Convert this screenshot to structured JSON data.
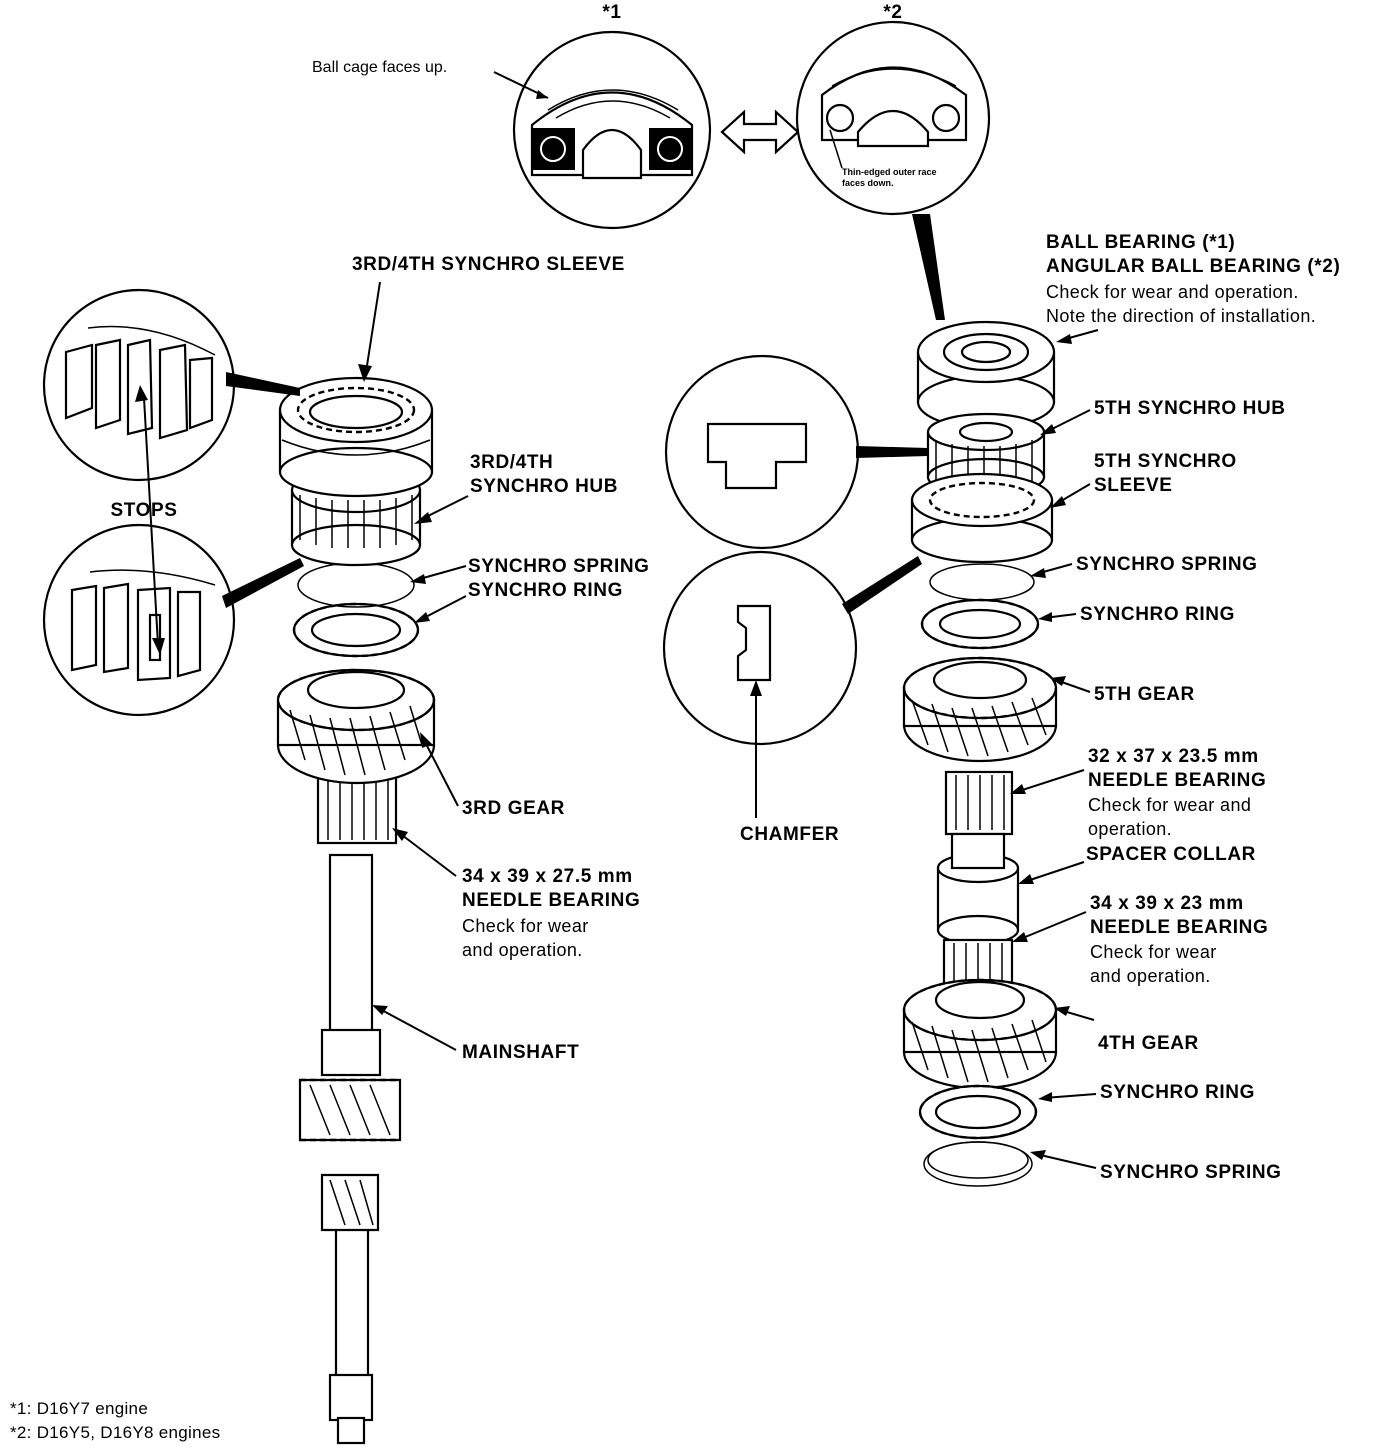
{
  "detail_1": {
    "marker": "*1",
    "callout": "Ball cage faces up."
  },
  "detail_2": {
    "marker": "*2",
    "callout_line1": "Thin-edged outer race",
    "callout_line2": "faces down."
  },
  "left_assembly": {
    "sleeve_label": "3RD/4TH SYNCHRO SLEEVE",
    "stops_label": "STOPS",
    "hub_line1": "3RD/4TH",
    "hub_line2": "SYNCHRO HUB",
    "spring_label": "SYNCHRO SPRING",
    "ring_label": "SYNCHRO RING",
    "gear_label": "3RD GEAR",
    "bearing_size": "34 x 39 x 27.5 mm",
    "bearing_name": "NEEDLE BEARING",
    "bearing_note1": "Check for wear",
    "bearing_note2": "and operation.",
    "shaft_label": "MAINSHAFT"
  },
  "right_assembly": {
    "ball_bearing_line1": "BALL BEARING (*1)",
    "ball_bearing_line2": "ANGULAR BALL BEARING (*2)",
    "ball_bearing_note1": "Check for wear and operation.",
    "ball_bearing_note2": "Note the direction of installation.",
    "hub_label": "5TH SYNCHRO HUB",
    "sleeve_line1": "5TH SYNCHRO",
    "sleeve_line2": "SLEEVE",
    "spring_label": "SYNCHRO SPRING",
    "ring_label": "SYNCHRO RING",
    "gear_label": "5TH GEAR",
    "needle1_size": "32 x 37 x 23.5 mm",
    "needle1_name": "NEEDLE BEARING",
    "needle1_note1": "Check for wear and",
    "needle1_note2": "operation.",
    "collar_label": "SPACER COLLAR",
    "needle2_size": "34 x 39 x 23 mm",
    "needle2_name": "NEEDLE BEARING",
    "needle2_note1": "Check for wear",
    "needle2_note2": "and operation.",
    "gear4_label": "4TH GEAR",
    "ring2_label": "SYNCHRO RING",
    "spring2_label": "SYNCHRO SPRING",
    "chamfer_label": "CHAMFER"
  },
  "footnotes": {
    "note1": "*1: D16Y7 engine",
    "note2": "*2: D16Y5, D16Y8 engines"
  }
}
